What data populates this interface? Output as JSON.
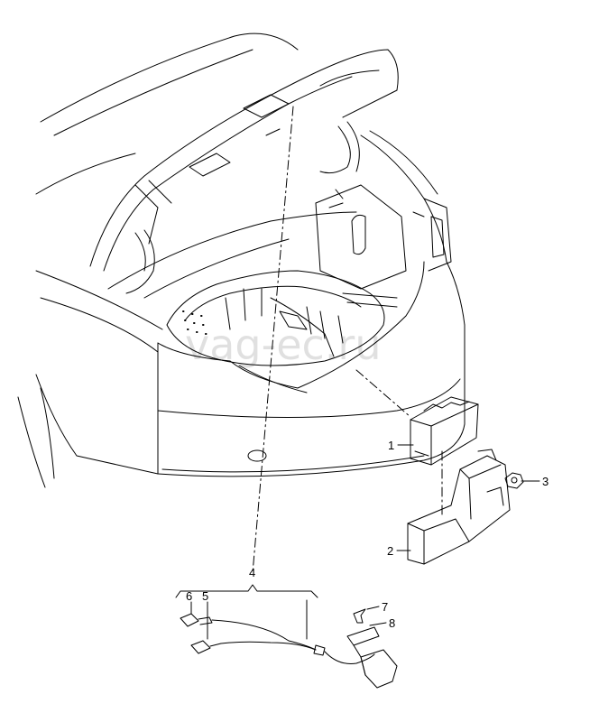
{
  "diagram": {
    "watermark": "vag-ec.ru",
    "callouts": {
      "c1": "1",
      "c2": "2",
      "c3": "3",
      "c4": "4",
      "c5": "5",
      "c6": "6",
      "c7": "7",
      "c8": "8"
    }
  },
  "colors": {
    "line": "#000000",
    "background": "#ffffff"
  }
}
